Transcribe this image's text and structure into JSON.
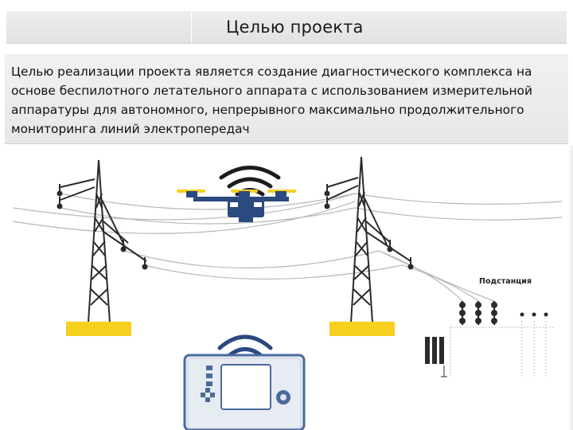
{
  "slide": {
    "title": "Целью проекта",
    "body": "Целью реализации проекта является создание диагностического комплекса на основе беспилотного летательного аппарата  с использованием измерительной аппаратуры  для автономного, непрерывного максимально продолжительного мониторинга линий электропередач"
  },
  "illustration": {
    "substation_label": "Подстанция",
    "icons": [
      "power-tower-icon",
      "drone-icon",
      "wifi-signal-icon",
      "controller-icon",
      "substation-icon"
    ],
    "colors": {
      "tower": "#2b2b2b",
      "tower_base": "#f6cf1f",
      "drone_body": "#2b4a7f",
      "drone_rotor": "#f6cf1f",
      "controller_frame": "#4a6a9c",
      "wire": "#b5b5b5"
    }
  }
}
